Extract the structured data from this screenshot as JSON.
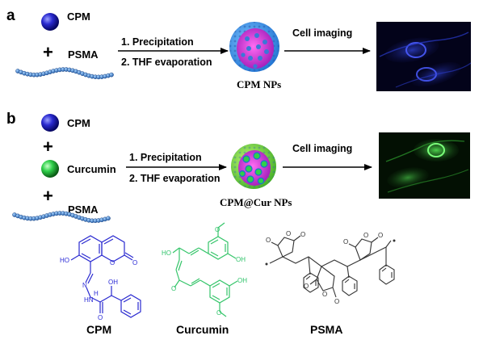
{
  "panel_a": {
    "letter": "a",
    "reagent_1": "CPM",
    "reagent_2": "PSMA",
    "step_1": "1. Precipitation",
    "step_2": "2. THF evaporation",
    "product": "CPM NPs",
    "arrow_label": "Cell imaging"
  },
  "panel_b": {
    "letter": "b",
    "reagent_1": "CPM",
    "reagent_2": "Curcumin",
    "reagent_3": "PSMA",
    "step_1": "1. Precipitation",
    "step_2": "2. THF evaporation",
    "product": "CPM@Cur NPs",
    "arrow_label": "Cell imaging"
  },
  "structures": {
    "cpm_name": "CPM",
    "curcumin_name": "Curcumin",
    "psma_name": "PSMA",
    "atoms": {
      "ho": "HO",
      "o": "O",
      "n": "N",
      "nh": "HN",
      "oh": "OH",
      "h": "H"
    }
  },
  "colors": {
    "cpm_blue": "#2a2ad0",
    "curcumin_green": "#35c56a",
    "psma_dot": "#3a78c8",
    "cell_blue": "#2040ff",
    "cell_green": "#3dd23d",
    "np_shell": "#3a8ee6",
    "np_core_pink": "#d23ed8"
  }
}
